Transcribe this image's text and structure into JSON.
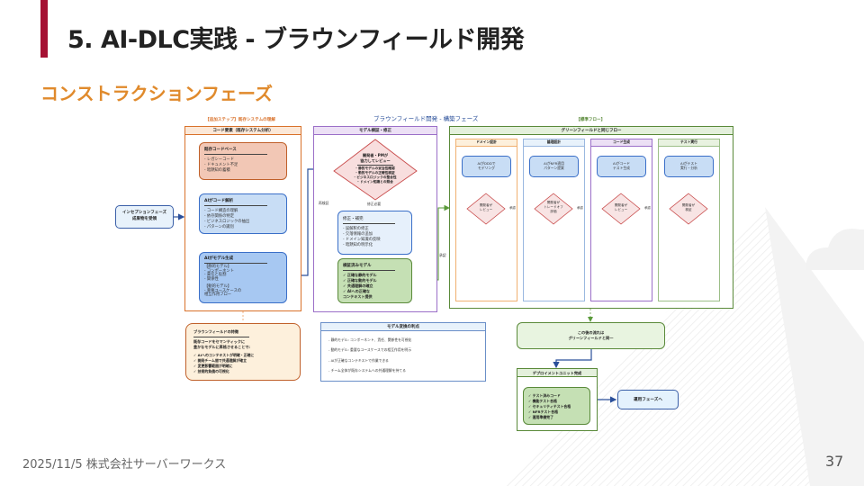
{
  "slide": {
    "title": "5. AI-DLC実践 - ブラウンフィールド開発",
    "subtitle": "コンストラクションフェーズ",
    "footer_date_company": "2025/11/5 株式会社サーバーワークス",
    "page_number": "37"
  },
  "diagram": {
    "main_title": "ブラウンフィールド開発 - 構築フェーズ",
    "colors": {
      "accent_bar": "#a51133",
      "subtitle": "#e08a2c",
      "orange_border": "#d9722b",
      "purple_border": "#9b6fc8",
      "green_border": "#5a8a3a",
      "blue_border": "#3a5fa8"
    },
    "inception_box": {
      "line1": "インセプションフェーズ",
      "line2": "成果物を受領"
    },
    "additional_step": {
      "caption": "【追加ステップ】既存システムの理解",
      "container_title": "コード要素（既存システム分析）",
      "existing_code": {
        "title": "既存コードベース",
        "items": [
          "- レガシーコード",
          "- ドキュメント不足",
          "- 暗黙知の蓄積"
        ]
      },
      "ai_analysis": {
        "title": "AIがコード解析",
        "items": [
          "- コード構造の理解",
          "- 依存関係の特定",
          "- ビジネスロジックの抽出",
          "- パターンの識別"
        ]
      },
      "ai_model": {
        "title": "AIがモデル生成",
        "items": [
          "【静的モデル】",
          "- コンポーネント",
          "- 責任と役割",
          "- 関係性",
          "",
          "【動的モデル】",
          "- 重要ユースケースの",
          "相互作用フロー"
        ]
      }
    },
    "model_validation": {
      "container_title": "モデル検証・修正",
      "review_diamond": {
        "line1": "開発者・PMが",
        "line2": "協力してレビュー",
        "items": [
          "- 静的モデルの妥当性確認",
          "- 動的モデルの正確性検証",
          "- ビジネスロジックの整合性",
          "- ドメイン知識との照合"
        ]
      },
      "label_fix_needed": "修正必要",
      "label_re_verify": "再検証",
      "fix_box": {
        "title": "修正・補完",
        "items": [
          "- 誤解釈の修正",
          "- 欠落情報の追加",
          "- ドメイン知識の反映",
          "- 暗黙知の明示化"
        ]
      },
      "validated_model": {
        "title": "検証済みモデル",
        "items": [
          "✓ 正確な静的モデル",
          "✓ 正確な動的モデル",
          "✓ 共通理解の確立",
          "✓ AIへの正確な",
          "コンテキスト提供"
        ]
      },
      "label_approve": "承認"
    },
    "standard_flow": {
      "caption": "【標準フロー】",
      "container_title": "グリーンフィールドと同じフロー",
      "lanes": [
        {
          "title": "ドメイン設計",
          "task": [
            "AIがDDDで",
            "モデリング"
          ],
          "review": [
            "開発者が",
            "レビュー"
          ],
          "next_label": "承認"
        },
        {
          "title": "論理設計",
          "task": [
            "AIがNFR適用",
            "パターン提案"
          ],
          "review": [
            "開発者が",
            "トレードオフ",
            "評価"
          ],
          "next_label": "承認"
        },
        {
          "title": "コード生成",
          "task": [
            "AIがコード",
            "テスト生成"
          ],
          "review": [
            "開発者が",
            "レビュー"
          ],
          "next_label": "承認"
        },
        {
          "title": "テスト実行",
          "task": [
            "AIがテスト",
            "実行・分析"
          ],
          "review": [
            "開発者が",
            "検証"
          ],
          "next_label": ""
        }
      ]
    },
    "brownfield_features": {
      "title": "ブラウンフィールドの特徴",
      "intro1": "既存コードをセマンティックに",
      "intro2": "豊かなモデルに昇格させることで:",
      "items": [
        "✓ AIへのコンテキストが明確・正確に",
        "✓ 開発チーム間で共通理解が確立",
        "✓ 変更影響範囲が明確に",
        "✓ 技術的負債の可視化"
      ]
    },
    "model_benefits": {
      "title": "モデル変換の利点",
      "items": [
        "- 静的モデル: コンポーネント、責任、関係性を可視化",
        "- 動的モデル: 重要なユースケースでの相互作用を明示",
        "- AIが正確なコンテキストで作業できる",
        "- チーム全体が既存システムへの共通理解を持てる"
      ]
    },
    "after_flow": {
      "line1": "この後の流れは",
      "line2": "グリーンフィールドと同一"
    },
    "deploy_unit": {
      "title": "デプロイメントユニット完成",
      "items": [
        "✓ テスト済みコード",
        "✓ 機能テスト合格",
        "✓ セキュリティテスト合格",
        "✓ NFRテスト合格",
        "✓ 運用準備完了"
      ]
    },
    "to_operations": "運用フェーズへ"
  }
}
